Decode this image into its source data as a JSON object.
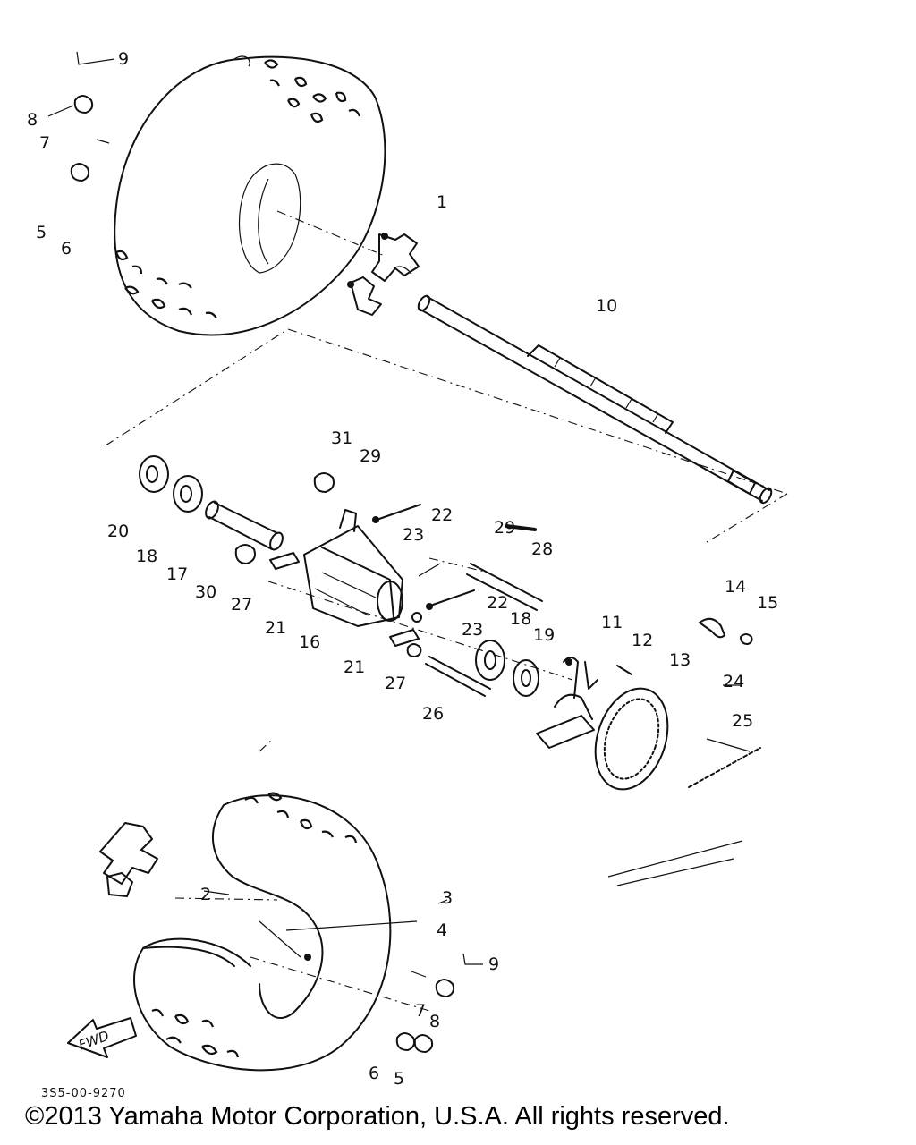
{
  "diagram": {
    "part_labels": [
      {
        "id": "l1",
        "text": "1"
      },
      {
        "id": "l2",
        "text": "2"
      },
      {
        "id": "l3",
        "text": "3"
      },
      {
        "id": "l4",
        "text": "4"
      },
      {
        "id": "l5a",
        "text": "5"
      },
      {
        "id": "l5b",
        "text": "5"
      },
      {
        "id": "l6a",
        "text": "6"
      },
      {
        "id": "l6b",
        "text": "6"
      },
      {
        "id": "l7a",
        "text": "7"
      },
      {
        "id": "l7b",
        "text": "7"
      },
      {
        "id": "l8a",
        "text": "8"
      },
      {
        "id": "l8b",
        "text": "8"
      },
      {
        "id": "l9a",
        "text": "9"
      },
      {
        "id": "l9b",
        "text": "9"
      },
      {
        "id": "l10",
        "text": "10"
      },
      {
        "id": "l11",
        "text": "11"
      },
      {
        "id": "l12",
        "text": "12"
      },
      {
        "id": "l13",
        "text": "13"
      },
      {
        "id": "l14",
        "text": "14"
      },
      {
        "id": "l15",
        "text": "15"
      },
      {
        "id": "l16",
        "text": "16"
      },
      {
        "id": "l17",
        "text": "17"
      },
      {
        "id": "l18a",
        "text": "18"
      },
      {
        "id": "l18b",
        "text": "18"
      },
      {
        "id": "l19",
        "text": "19"
      },
      {
        "id": "l20",
        "text": "20"
      },
      {
        "id": "l21a",
        "text": "21"
      },
      {
        "id": "l21b",
        "text": "21"
      },
      {
        "id": "l22a",
        "text": "22"
      },
      {
        "id": "l22b",
        "text": "22"
      },
      {
        "id": "l23a",
        "text": "23"
      },
      {
        "id": "l23b",
        "text": "23"
      },
      {
        "id": "l24",
        "text": "24"
      },
      {
        "id": "l25",
        "text": "25"
      },
      {
        "id": "l26",
        "text": "26"
      },
      {
        "id": "l27a",
        "text": "27"
      },
      {
        "id": "l27b",
        "text": "27"
      },
      {
        "id": "l28",
        "text": "28"
      },
      {
        "id": "l29a",
        "text": "29"
      },
      {
        "id": "l29b",
        "text": "29"
      },
      {
        "id": "l30",
        "text": "30"
      },
      {
        "id": "l31",
        "text": "31"
      }
    ],
    "fwd_label": "FWD",
    "drawing_code": "3S5-00-9270"
  },
  "footer": {
    "copyright": "©2013 Yamaha Motor Corporation, U.S.A. All rights reserved."
  },
  "icons": [
    "arrow-fwd-icon"
  ]
}
